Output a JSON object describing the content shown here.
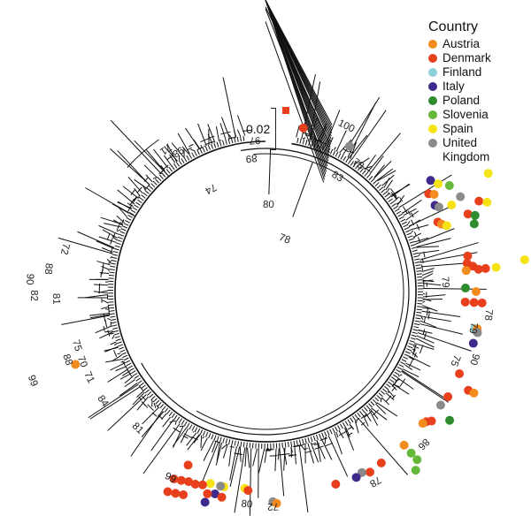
{
  "figure": {
    "type": "circular-phylogenetic-tree",
    "scale_bar_label": "0.02"
  },
  "legend": {
    "title": "Country",
    "items": [
      {
        "label": "Austria",
        "color": "#F28C1E"
      },
      {
        "label": "Denmark",
        "color": "#E8401C"
      },
      {
        "label": "Finland",
        "color": "#8FCFD8"
      },
      {
        "label": "Italy",
        "color": "#3F2A8C"
      },
      {
        "label": "Poland",
        "color": "#2E8B2E"
      },
      {
        "label": "Slovenia",
        "color": "#66B83A"
      },
      {
        "label": "Spain",
        "color": "#F5E315"
      },
      {
        "label": "United Kingdom",
        "color": "#8A8A8A"
      }
    ]
  },
  "bootstrap_labels": [
    {
      "value": "100",
      "angle": -64,
      "r": 205
    },
    {
      "value": "83",
      "angle": -58,
      "r": 150
    },
    {
      "value": "78",
      "angle": -54,
      "r": 175
    },
    {
      "value": "78",
      "angle": -70,
      "r": 60
    },
    {
      "value": "80",
      "angle": -88,
      "r": 95
    },
    {
      "value": "74",
      "angle": -118,
      "r": 135
    },
    {
      "value": "97",
      "angle": -94,
      "r": 175
    },
    {
      "value": "89",
      "angle": -96,
      "r": 155
    },
    {
      "value": "71",
      "angle": -125,
      "r": 200
    },
    {
      "value": "98",
      "angle": -122,
      "r": 190
    },
    {
      "value": "72",
      "angle": -168,
      "r": 235
    },
    {
      "value": "88",
      "angle": -174,
      "r": 250
    },
    {
      "value": "90",
      "angle": -177,
      "r": 270
    },
    {
      "value": "82",
      "angle": -181,
      "r": 265
    },
    {
      "value": "81",
      "angle": -182,
      "r": 240
    },
    {
      "value": "75",
      "angle": 164,
      "r": 225
    },
    {
      "value": "88",
      "angle": 161,
      "r": 240
    },
    {
      "value": "70",
      "angle": 159,
      "r": 225
    },
    {
      "value": "99",
      "angle": 159,
      "r": 285
    },
    {
      "value": "71",
      "angle": 154,
      "r": 225
    },
    {
      "value": "84",
      "angle": 146,
      "r": 225
    },
    {
      "value": "81",
      "angle": 133,
      "r": 215
    },
    {
      "value": "99",
      "angle": 117,
      "r": 240
    },
    {
      "value": "80",
      "angle": 95,
      "r": 245
    },
    {
      "value": "72",
      "angle": 88,
      "r": 240
    },
    {
      "value": "78",
      "angle": 60,
      "r": 245
    },
    {
      "value": "86",
      "angle": 44,
      "r": 245
    },
    {
      "value": "75",
      "angle": 20,
      "r": 225
    },
    {
      "value": "90",
      "angle": 18,
      "r": 245
    },
    {
      "value": "79",
      "angle": 10,
      "r": 235
    },
    {
      "value": "78",
      "angle": 6,
      "r": 250
    },
    {
      "value": "79",
      "angle": -3,
      "r": 200
    }
  ],
  "tips": [
    {
      "country": "Denmark",
      "angle": -77,
      "r": 190
    },
    {
      "country": "United Kingdom",
      "angle": -60,
      "r": 190
    },
    {
      "country": "Italy",
      "angle": -34,
      "r": 225
    },
    {
      "country": "Denmark",
      "angle": -31,
      "r": 215
    },
    {
      "country": "Austria",
      "angle": -30,
      "r": 220
    },
    {
      "country": "Spain",
      "angle": -32,
      "r": 230
    },
    {
      "country": "Slovenia",
      "angle": -30,
      "r": 240
    },
    {
      "country": "Italy",
      "angle": -27,
      "r": 215
    },
    {
      "country": "United Kingdom",
      "angle": -26,
      "r": 218
    },
    {
      "country": "Spain",
      "angle": -25,
      "r": 232
    },
    {
      "country": "United Kingdom",
      "angle": -26,
      "r": 245
    },
    {
      "country": "Denmark",
      "angle": -22,
      "r": 210
    },
    {
      "country": "Austria",
      "angle": -21,
      "r": 213
    },
    {
      "country": "Spain",
      "angle": -20,
      "r": 218
    },
    {
      "country": "Denmark",
      "angle": -21,
      "r": 245
    },
    {
      "country": "Poland",
      "angle": -20,
      "r": 252
    },
    {
      "country": "Poland",
      "angle": -18,
      "r": 248
    },
    {
      "country": "Denmark",
      "angle": -23,
      "r": 262
    },
    {
      "country": "Spain",
      "angle": -22,
      "r": 270
    },
    {
      "country": "Spain",
      "angle": -28,
      "r": 285
    },
    {
      "country": "Denmark",
      "angle": -10,
      "r": 232
    },
    {
      "country": "Denmark",
      "angle": -8,
      "r": 230
    },
    {
      "country": "Denmark",
      "angle": -7,
      "r": 236
    },
    {
      "country": "Austria",
      "angle": -6,
      "r": 228
    },
    {
      "country": "Denmark",
      "angle": -6,
      "r": 242
    },
    {
      "country": "Denmark",
      "angle": -6,
      "r": 250
    },
    {
      "country": "Spain",
      "angle": -6,
      "r": 262
    },
    {
      "country": "Spain",
      "angle": -7,
      "r": 295
    },
    {
      "country": "Poland",
      "angle": -1,
      "r": 226
    },
    {
      "country": "Austria",
      "angle": 0,
      "r": 238
    },
    {
      "country": "Denmark",
      "angle": 3,
      "r": 226
    },
    {
      "country": "Denmark",
      "angle": 3,
      "r": 236
    },
    {
      "country": "Denmark",
      "angle": 3,
      "r": 245
    },
    {
      "country": "Finland",
      "angle": 10,
      "r": 240
    },
    {
      "country": "Austria",
      "angle": 10,
      "r": 243
    },
    {
      "country": "United Kingdom",
      "angle": 11,
      "r": 244
    },
    {
      "country": "Italy",
      "angle": 14,
      "r": 242
    },
    {
      "country": "Denmark",
      "angle": 23,
      "r": 238
    },
    {
      "country": "Denmark",
      "angle": 26,
      "r": 255
    },
    {
      "country": "Austria",
      "angle": 26,
      "r": 262
    },
    {
      "country": "Denmark",
      "angle": 30,
      "r": 238
    },
    {
      "country": "United Kingdom",
      "angle": 33,
      "r": 236
    },
    {
      "country": "Poland",
      "angle": 35,
      "r": 254
    },
    {
      "country": "Denmark",
      "angle": 38,
      "r": 238
    },
    {
      "country": "Denmark",
      "angle": 39,
      "r": 234
    },
    {
      "country": "Austria",
      "angle": 40,
      "r": 232
    },
    {
      "country": "Austria",
      "angle": 48,
      "r": 234
    },
    {
      "country": "Slovenia",
      "angle": 48,
      "r": 246
    },
    {
      "country": "Slovenia",
      "angle": 48,
      "r": 256
    },
    {
      "country": "Slovenia",
      "angle": 50,
      "r": 264
    },
    {
      "country": "Denmark",
      "angle": 56,
      "r": 234
    },
    {
      "country": "Denmark",
      "angle": 60,
      "r": 236
    },
    {
      "country": "United Kingdom",
      "angle": 62,
      "r": 232
    },
    {
      "country": "Italy",
      "angle": 64,
      "r": 234
    },
    {
      "country": "Denmark",
      "angle": 70,
      "r": 232
    },
    {
      "country": "United Kingdom",
      "angle": 88,
      "r": 238
    },
    {
      "country": "Austria",
      "angle": 87,
      "r": 240
    },
    {
      "country": "Spain",
      "angle": 96,
      "r": 224
    },
    {
      "country": "Denmark",
      "angle": 95,
      "r": 226
    },
    {
      "country": "Spain",
      "angle": 102,
      "r": 226
    },
    {
      "country": "Italy",
      "angle": 104,
      "r": 236
    },
    {
      "country": "Denmark",
      "angle": 102,
      "r": 238
    },
    {
      "country": "United Kingdom",
      "angle": 103,
      "r": 226
    },
    {
      "country": "Italy",
      "angle": 106,
      "r": 248
    },
    {
      "country": "Spain",
      "angle": 106,
      "r": 226
    },
    {
      "country": "Denmark",
      "angle": 106,
      "r": 238
    },
    {
      "country": "Denmark",
      "angle": 108,
      "r": 230
    },
    {
      "country": "Denmark",
      "angle": 110,
      "r": 232
    },
    {
      "country": "Denmark",
      "angle": 112,
      "r": 232
    },
    {
      "country": "Denmark",
      "angle": 114,
      "r": 234
    },
    {
      "country": "Denmark",
      "angle": 116,
      "r": 236
    },
    {
      "country": "Denmark",
      "angle": 112,
      "r": 248
    },
    {
      "country": "Denmark",
      "angle": 114,
      "r": 250
    },
    {
      "country": "Denmark",
      "angle": 116,
      "r": 252
    },
    {
      "country": "Denmark",
      "angle": 114,
      "r": 215
    },
    {
      "country": "Austria",
      "angle": 159,
      "r": 230
    }
  ]
}
